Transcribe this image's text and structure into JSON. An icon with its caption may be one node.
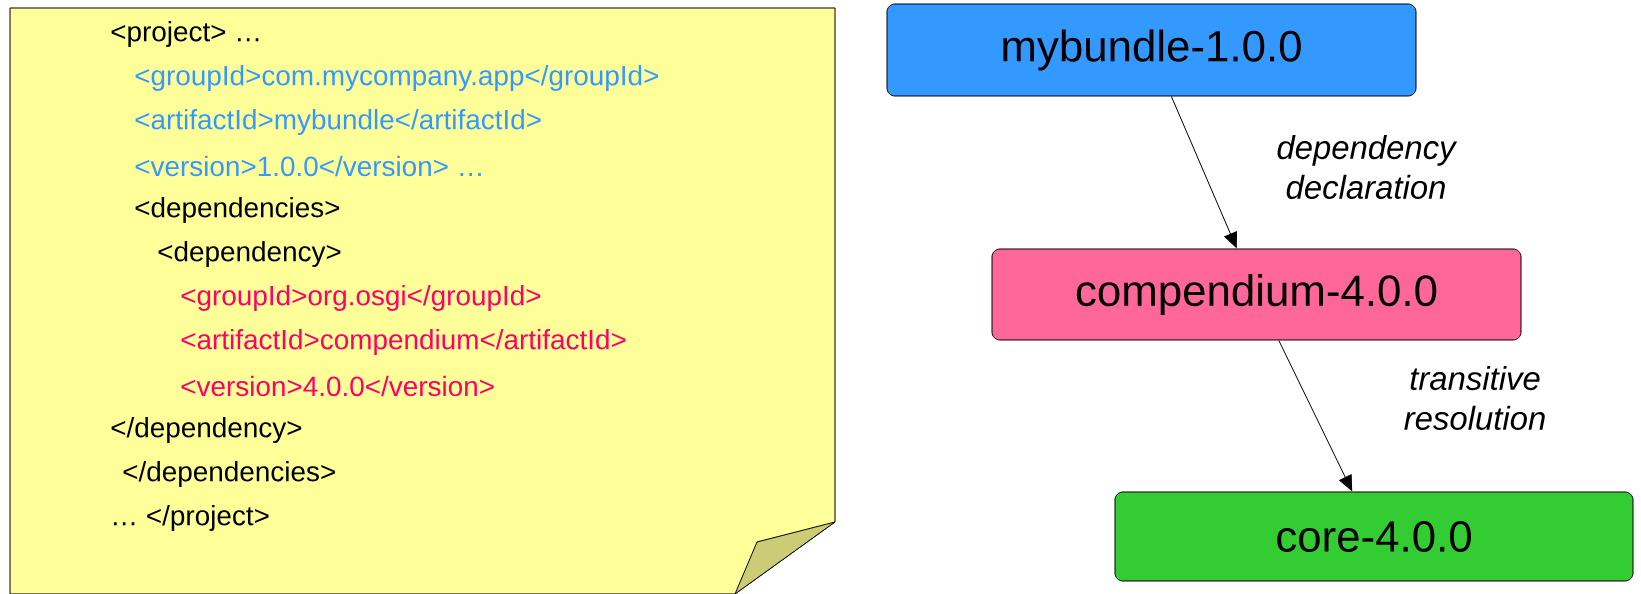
{
  "diagram": {
    "nodes": [
      {
        "text": [
          "<project> …",
          "<groupId>com.mycompany.app</groupId>",
          "<artifactId>mybundle</artifactId>",
          "<version>1.0.0</version> …",
          "<dependencies>",
          "<dependency>",
          "<groupId>org.osgi</groupId>",
          "<artifactId>compendium</artifactId>",
          "<version>4.0.0</version>",
          "</dependency>",
          "</dependencies>",
          "… </project>"
        ]
      },
      {
        "text": [
          "mybundle-1.0.0"
        ]
      },
      {
        "text": [
          "compendium-4.0.0"
        ]
      },
      {
        "text": [
          "core-4.0.0"
        ]
      }
    ],
    "edges": [
      {
        "from": 1,
        "to": 2,
        "arrow": "to",
        "label": "dependency declaration"
      },
      {
        "from": 2,
        "to": 3,
        "arrow": "to",
        "label": "transitive resolution"
      }
    ]
  }
}
